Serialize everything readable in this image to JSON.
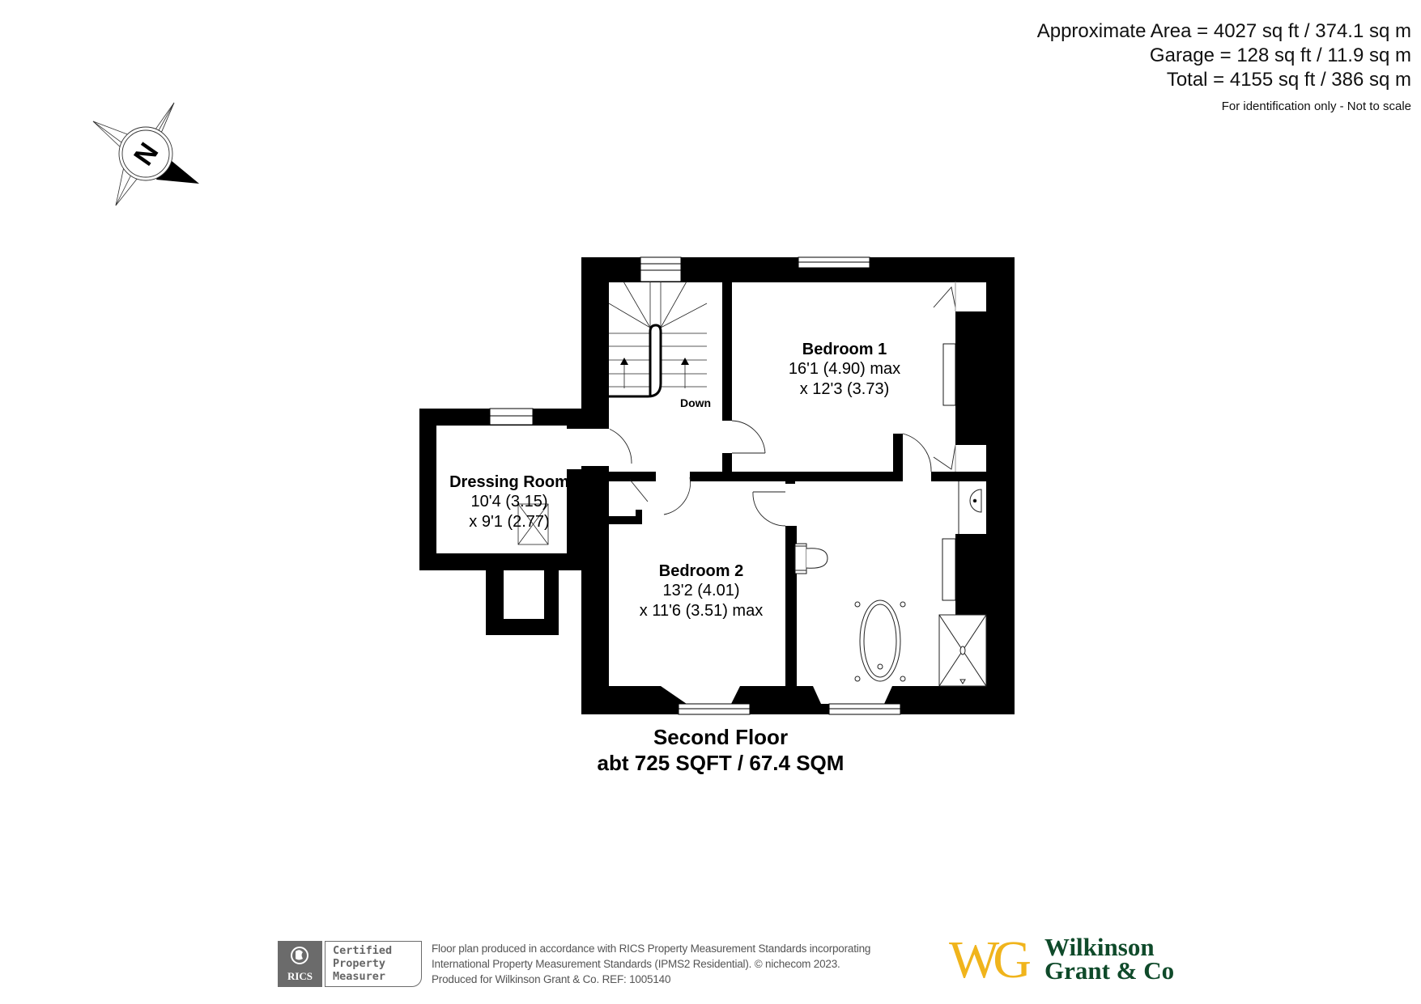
{
  "area_summary": {
    "lines": [
      "Approximate Area = 4027 sq ft / 374.1 sq m",
      "Garage = 128 sq ft / 11.9 sq m",
      "Total = 4155 sq ft / 386 sq m"
    ],
    "note": "For identification only - Not to scale"
  },
  "compass": {
    "icon": "compass-north-icon",
    "label": "N"
  },
  "floor_plan": {
    "rooms": [
      {
        "name": "Bedroom 1",
        "dim1": "16'1 (4.90) max",
        "dim2": "x 12'3 (3.73)"
      },
      {
        "name": "Dressing Room",
        "dim1": "10'4 (3.15)",
        "dim2": "x 9'1 (2.77)"
      },
      {
        "name": "Bedroom 2",
        "dim1": "13'2 (4.01)",
        "dim2": "x 11'6 (3.51) max"
      }
    ],
    "stairs_label": "Down",
    "fixtures": [
      "staircase",
      "bath",
      "wc",
      "wash-basin",
      "shower",
      "skylight",
      "radiators",
      "cupboards"
    ]
  },
  "floor_title": {
    "name": "Second Floor",
    "area": "abt 725 SQFT / 67.4 SQM"
  },
  "footer": {
    "rics": {
      "logo_text": "RICS",
      "badge_lines": [
        "Certified",
        "Property",
        "Measurer"
      ]
    },
    "disclaimer_lines": [
      "Floor plan produced in accordance with RICS Property Measurement Standards incorporating",
      "International Property Measurement Standards (IPMS2 Residential).   © nichecom 2023.",
      "Produced for Wilkinson Grant & Co.   REF: 1005140"
    ],
    "brand": {
      "mark": "WG",
      "name_line1": "Wilkinson",
      "name_line2": "Grant & Co",
      "mark_color": "#f0b41c",
      "name_color": "#0f4a2a"
    }
  }
}
